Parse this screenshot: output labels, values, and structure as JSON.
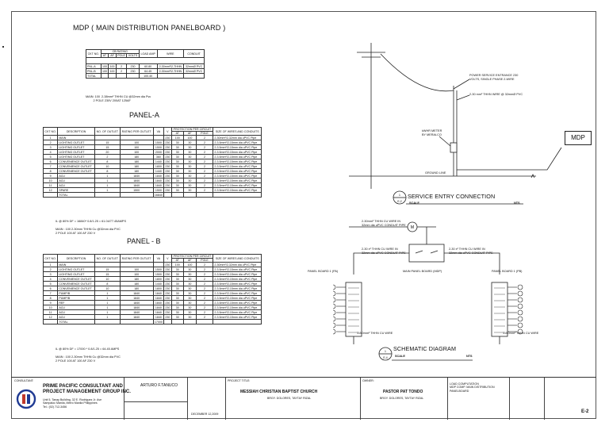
{
  "mdp": {
    "title": "MDP ( MAIN DISTRIBUTION PANELBOARD )",
    "headers": [
      "CKT NO.",
      "CB RATING",
      "AT",
      "AF",
      "POLE",
      "VOLTS",
      "LOAD AMP",
      "WIRE",
      "CONDUIT"
    ],
    "rows": [
      [
        "PNL-A",
        "100",
        "100",
        "2",
        "230",
        "60.80",
        "2-30mm²/2-THHN",
        "32mmØ PVC"
      ],
      [
        "PNL-B",
        "100",
        "100",
        "2",
        "230",
        "64.45",
        "2-30mm²/2-THHN",
        "32mmØ PVC"
      ],
      [
        "TOTAL",
        "",
        "",
        "",
        "",
        "100.40",
        "",
        ""
      ]
    ],
    "note": "MAIN: 100  2-38mm² THHN CU @32mm dia Pvc\n         2 POLE 230V 200AT 125AF"
  },
  "panel_a": {
    "title": "PANEL-A",
    "headers": [
      "CKT NO.",
      "DESCRIPTION",
      "NO. OF OUTLET",
      "RATING PER OUTLET",
      "VA",
      "V",
      "AT",
      "AF",
      "POLE",
      "SIZE OF WIRES AND CONDUITS"
    ],
    "group_header": "PROTECTION PER CIRCUIT",
    "rows": [
      [
        "1",
        "MAIN",
        "",
        "",
        "",
        "230",
        "100",
        "100",
        "2",
        "2-30mm²/2-32mm dia uPVC Pipe"
      ],
      [
        "2",
        "LIGHTING OUTLET",
        "15",
        "100",
        "1500",
        "230",
        "30",
        "30",
        "2",
        "2-3.5mm²/2-15mm dia uPVC Pipe"
      ],
      [
        "3",
        "LIGHTING OUTLET",
        "15",
        "100",
        "1500",
        "230",
        "30",
        "30",
        "2",
        "2-3.5mm²/2-15mm dia uPVC Pipe"
      ],
      [
        "4",
        "LIGHTING OUTLET",
        "20",
        "100",
        "2000",
        "230",
        "30",
        "30",
        "2",
        "2-3.5mm²/2-15mm dia uPVC Pipe"
      ],
      [
        "5",
        "LIGHTING OUTLET",
        "2",
        "180",
        "360",
        "230",
        "30",
        "30",
        "2",
        "2-3.5mm²/2-15mm dia uPVC Pipe"
      ],
      [
        "6",
        "CONVENIENCE OUTLET",
        "8",
        "180",
        "1440",
        "230",
        "30",
        "30",
        "2",
        "2-3.5mm²/2-15mm dia uPVC Pipe"
      ],
      [
        "7",
        "CONVENIENCE OUTLET",
        "10",
        "180",
        "1800",
        "230",
        "30",
        "30",
        "2",
        "2-3.5mm²/2-15mm dia uPVC Pipe"
      ],
      [
        "8",
        "CONVENIENCE OUTLET",
        "8",
        "180",
        "1440",
        "230",
        "30",
        "30",
        "2",
        "2-3.5mm²/2-15mm dia uPVC Pipe"
      ],
      [
        "9",
        "ACU",
        "1",
        "1840",
        "1840",
        "230",
        "30",
        "30",
        "2",
        "2-3.5mm²/2-15mm dia uPVC Pipe"
      ],
      [
        "10",
        "ACU",
        "1",
        "1840",
        "1840",
        "230",
        "30",
        "30",
        "2",
        "2-3.5mm²/2-15mm dia uPVC Pipe"
      ],
      [
        "11",
        "ACU",
        "1",
        "1840",
        "1840",
        "230",
        "30",
        "30",
        "2",
        "2-3.5mm²/2-15mm dia uPVC Pipe"
      ],
      [
        "12",
        "SPARE",
        "1",
        "1500",
        "1500",
        "230",
        "30",
        "30",
        "2",
        "2-3.5mm²/2-15mm dia uPVC Pipe"
      ],
      [
        "",
        "TOTAL",
        "",
        "",
        "16840",
        "",
        "",
        "",
        "",
        ""
      ]
    ],
    "note": "IL @ 80% DF = 16840* 0.8/1.25 = 61.04/77.45AMPS\n\nMAIN : 100 2-30mm THHN Cu @32mm dia PVC\n2 POLE 100 AT 100 AF 230 V"
  },
  "panel_b": {
    "title": "PANEL - B",
    "headers": [
      "CKT NO.",
      "DESCRIPTION",
      "NO. OF OUTLET",
      "RATING PER OUTLET",
      "VA",
      "V",
      "AT",
      "AF",
      "POLE",
      "SIZE OF WIRES AND CONDUITS"
    ],
    "group_header": "PROTECTION PER CIRCUIT",
    "rows": [
      [
        "1",
        "MAIN",
        "",
        "",
        "",
        "230",
        "100",
        "100",
        "2",
        "2-30mm²/2-32mm dia uPVC Pipe"
      ],
      [
        "2",
        "LIGHTING OUTLET",
        "15",
        "100",
        "1500",
        "230",
        "30",
        "30",
        "2",
        "2-3.5mm²/2-15mm dia uPVC Pipe"
      ],
      [
        "3",
        "LIGHTING OUTLET",
        "15",
        "100",
        "1500",
        "230",
        "30",
        "30",
        "2",
        "2-3.5mm²/2-15mm dia uPVC Pipe"
      ],
      [
        "4",
        "CONVENIENCE OUTLET",
        "10",
        "180",
        "1800",
        "230",
        "30",
        "30",
        "2",
        "2-3.5mm²/2-15mm dia uPVC Pipe"
      ],
      [
        "5",
        "CONVENIENCE OUTLET",
        "8",
        "180",
        "1440",
        "230",
        "30",
        "30",
        "2",
        "2-3.5mm²/2-15mm dia uPVC Pipe"
      ],
      [
        "6",
        "CONVENIENCE OUTLET",
        "10",
        "180",
        "1800",
        "230",
        "30",
        "30",
        "2",
        "2-3.5mm²/2-15mm dia uPVC Pipe"
      ],
      [
        "7",
        "PUMP/B",
        "1",
        "1840",
        "1840",
        "230",
        "30",
        "30",
        "2",
        "2-3.5mm²/2-15mm dia uPVC Pipe"
      ],
      [
        "8",
        "PUMP/B",
        "1",
        "1840",
        "1840",
        "230",
        "30",
        "30",
        "2",
        "2-3.5mm²/2-15mm dia uPVC Pipe"
      ],
      [
        "9",
        "REF",
        "1",
        "1840",
        "1840",
        "230",
        "30",
        "30",
        "2",
        "2-3.5mm²/2-15mm dia uPVC Pipe"
      ],
      [
        "10",
        "ACU",
        "1",
        "1840",
        "1840",
        "230",
        "30",
        "30",
        "2",
        "2-3.5mm²/2-15mm dia uPVC Pipe"
      ],
      [
        "11",
        "ACU",
        "1",
        "1840",
        "1840",
        "230",
        "30",
        "30",
        "2",
        "2-3.5mm²/2-15mm dia uPVC Pipe"
      ],
      [
        "12",
        "ACU",
        "1",
        "1840",
        "1840",
        "230",
        "30",
        "30",
        "2",
        "2-3.5mm²/2-15mm dia uPVC Pipe"
      ],
      [
        "",
        "TOTAL",
        "",
        "",
        "17000",
        "",
        "",
        "",
        "",
        ""
      ]
    ],
    "note": "IL @ 80% DF = 17000 * 0.8/1.25 = 64.45 AMPS\n\nMAIN : 100 2-30mm THHN Cu @32mm dia PVC\n2 POLE 100 AT 100 AF 230 V"
  },
  "service_entry": {
    "labels": {
      "power": "POWER SERVICE ENTRANCE 230\nVOLTS, SINGLE PHASE 2-WIRE",
      "wire": "2-30 mm² THHN WIRE @ 32mmØ PVC",
      "meter": "kWHR METER\nBY MERALCO",
      "ground": "GROUND LINE",
      "mdp": "MDP"
    },
    "caption": "SERVICE ENTRY CONNECTION",
    "scale_label": "SCALE",
    "scale_value": "NTS",
    "ref": "E-2"
  },
  "schematic": {
    "labels": {
      "feeder": "2-30mm² THHN CU WIRE IN\n32mm dia uPVC CONDUIT PIPE",
      "left_feed": "2-30 x² THHN CU WIRE IN\n32mm dia uPVC CONDUIT PIPE",
      "right_feed": "2-30 x² THHN CU WIRE IN\n32mm dia uPVC CONDUIT PIPE",
      "panel_a": "PANEL BOARD 1 (PA)",
      "mdp": "MAIN PANEL BOARD (MDP)",
      "panel_b": "PANEL BOARD 1 (PB)",
      "ground_left": "1-8.0mm² THHN CU WIRE",
      "ground_right": "1-8.0mm² THHN CU WIRE",
      "motor": "M"
    },
    "caption": "SCHEMATIC DIAGRAM",
    "scale_label": "SCALE",
    "scale_value": "NTS",
    "ref": "E-4"
  },
  "title_block": {
    "consultant_label": "CONSULTANT:",
    "firm_name": "PRIME PACIFIC CONSULTANT AND\nPROJECT MANAGEMENT GROUP INC.",
    "firm_address": "Unit 5, Tanay Building, 32 E. Rodriguez Jr. Ave\nSampaloc Manila, Metro Manila Philippines\nTel.: (02) 712-3456",
    "engineer": "ARTURO F.TANUCO",
    "project_label": "PROJECT TITLE:",
    "project": "MESSIAH CHRISTIAN BAPTIST CHURCH",
    "project_address": "BRGY. DOLORES, TAYTAY RIZAL",
    "owner_label": "OWNER:",
    "owner": "PASTOR PAT TONDO",
    "owner_address": "BRGY. DOLORES, TAYTAY RIZAL",
    "sheet_contents": "LOAD COMPUTATION\nMDP COMP. MAIN DISTRIBUTION\nPANELBOARD",
    "date": "DECEMBER 12,2009",
    "sheet_no": "E-2"
  }
}
